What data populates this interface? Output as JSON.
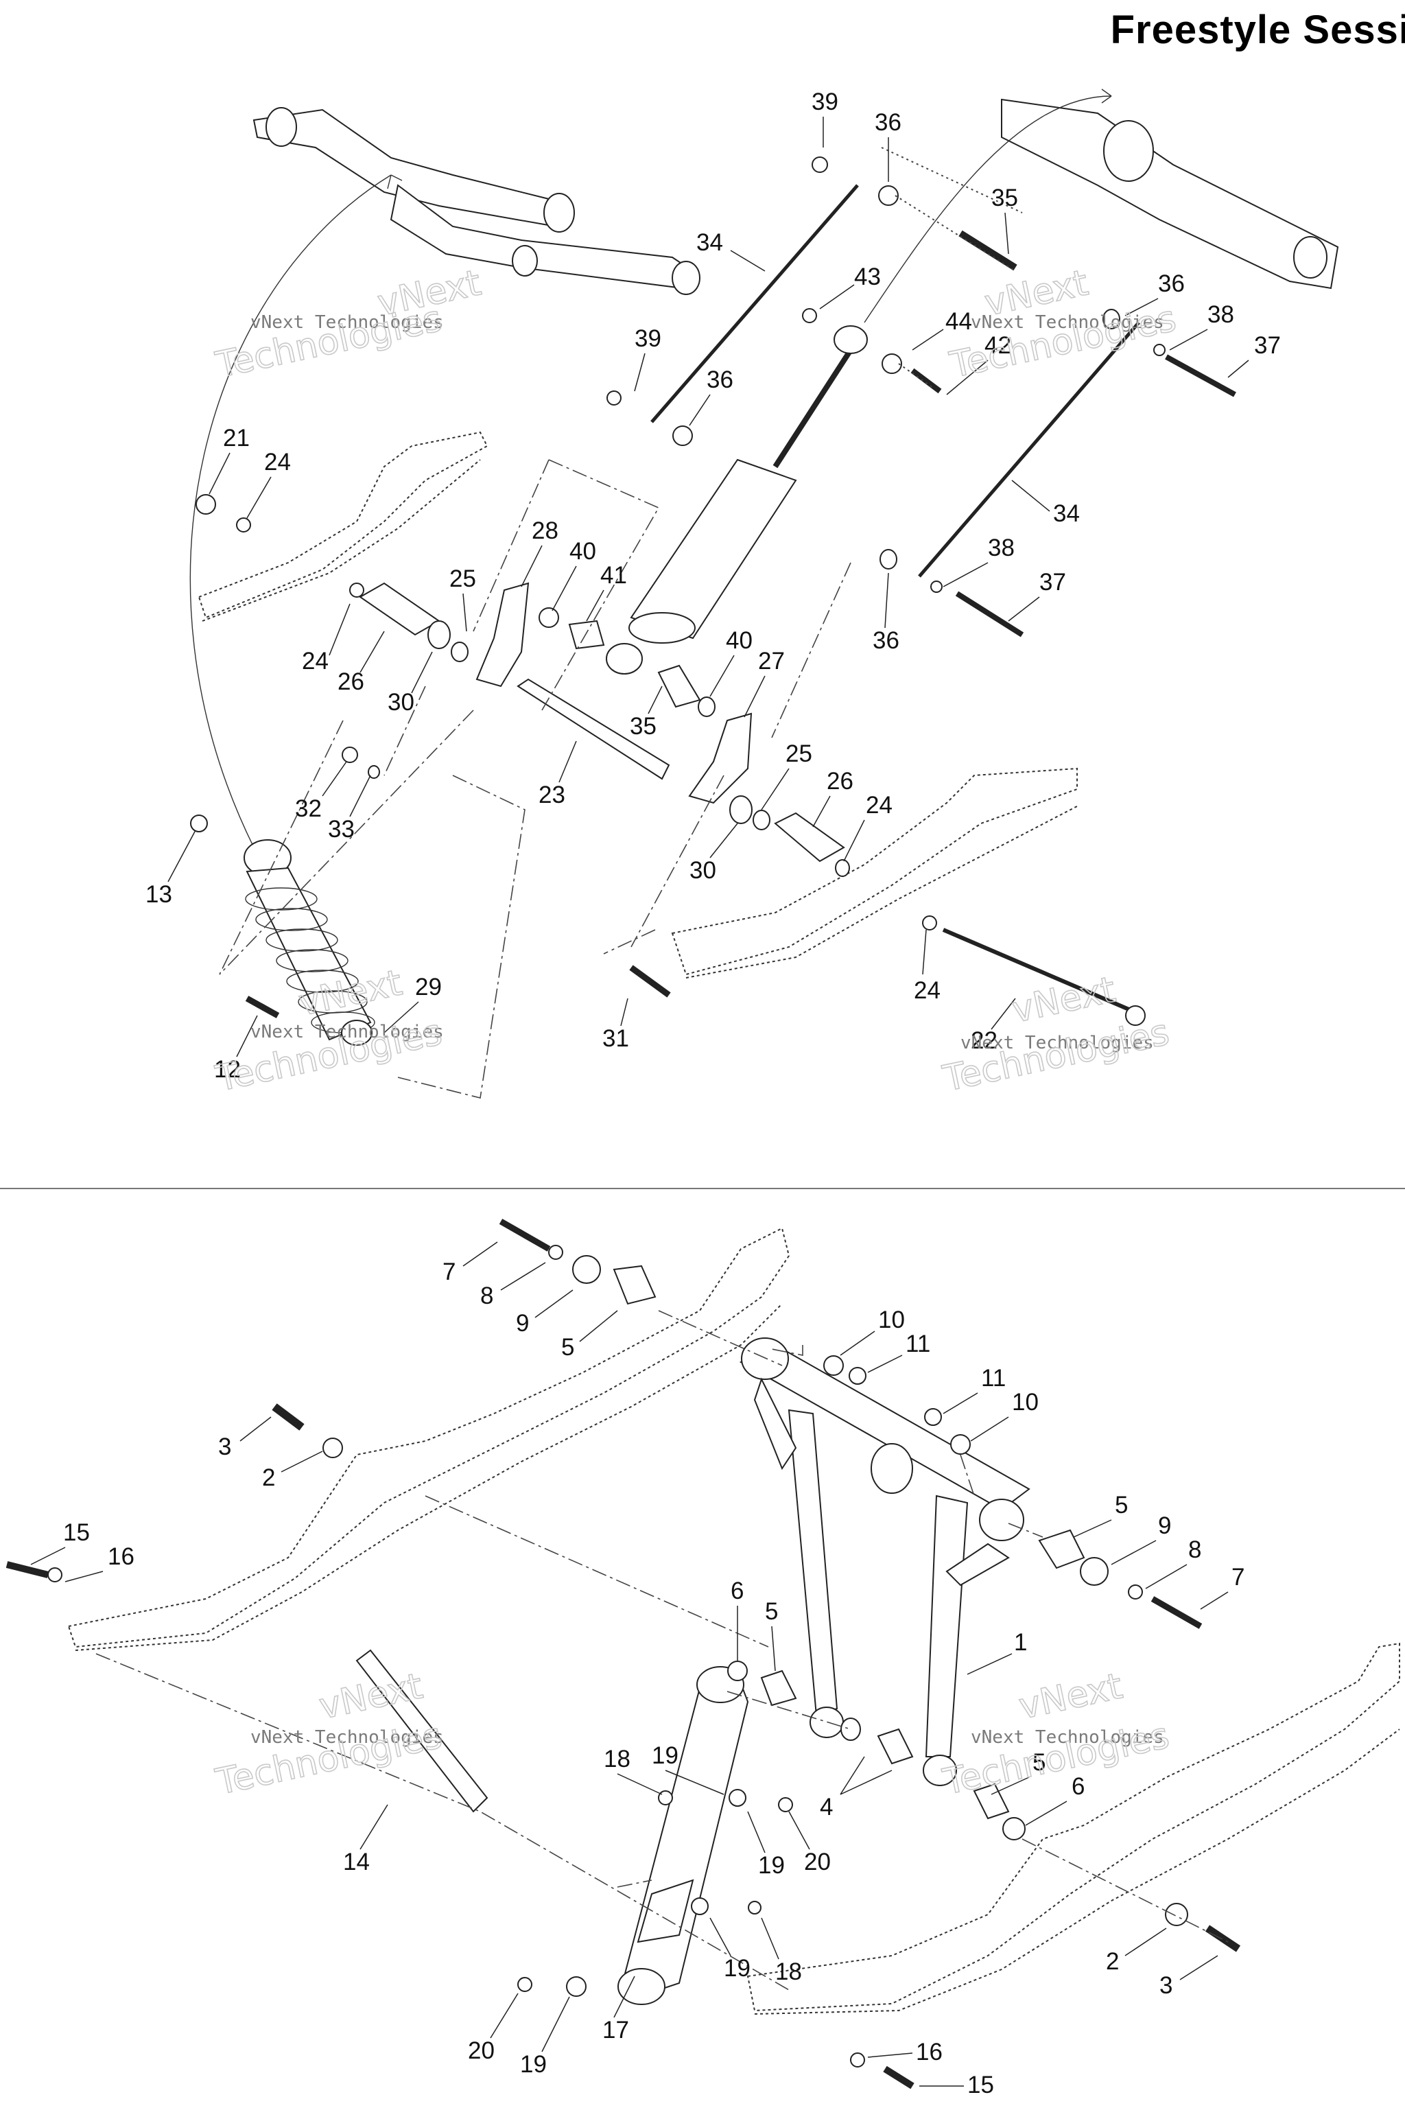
{
  "header": {
    "title": "Freestyle Sessi"
  },
  "watermark": {
    "company": "vNext Technologies",
    "line1": "vNext",
    "line2": "Technologies"
  },
  "top_callouts": [
    "39",
    "36",
    "35",
    "34",
    "43",
    "44",
    "42",
    "36",
    "38",
    "37",
    "39",
    "36",
    "21",
    "24",
    "34",
    "28",
    "25",
    "40",
    "41",
    "38",
    "37",
    "24",
    "26",
    "30",
    "40",
    "27",
    "36",
    "35",
    "32",
    "33",
    "23",
    "25",
    "26",
    "24",
    "13",
    "30",
    "29",
    "24",
    "31",
    "12",
    "22"
  ],
  "bottom_callouts": [
    "7",
    "8",
    "9",
    "5",
    "10",
    "11",
    "11",
    "10",
    "3",
    "2",
    "5",
    "9",
    "8",
    "7",
    "15",
    "16",
    "1",
    "6",
    "5",
    "18",
    "19",
    "4",
    "5",
    "6",
    "14",
    "19",
    "20",
    "19",
    "18",
    "2",
    "3",
    "17",
    "20",
    "19",
    "16",
    "15"
  ]
}
